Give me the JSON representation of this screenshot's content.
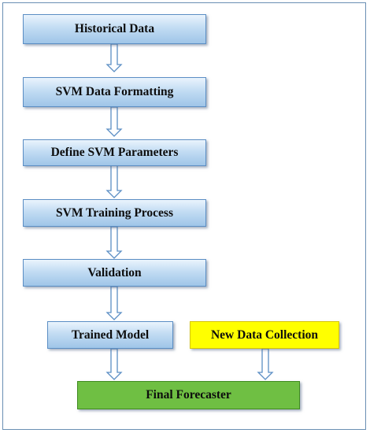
{
  "diagram": {
    "nodes": {
      "historical_data": "Historical Data",
      "svm_data_formatting": "SVM Data Formatting",
      "define_svm_parameters": "Define SVM Parameters",
      "svm_training_process": "SVM Training Process",
      "validation": "Validation",
      "trained_model": "Trained Model",
      "new_data_collection": "New Data Collection",
      "final_forecaster": "Final Forecaster"
    },
    "edges": [
      [
        "Historical Data",
        "SVM Data Formatting"
      ],
      [
        "SVM Data Formatting",
        "Define SVM Parameters"
      ],
      [
        "Define SVM Parameters",
        "SVM Training Process"
      ],
      [
        "SVM Training Process",
        "Validation"
      ],
      [
        "Validation",
        "Trained Model"
      ],
      [
        "Trained Model",
        "Final Forecaster"
      ],
      [
        "New Data Collection",
        "Final Forecaster"
      ]
    ],
    "colors": {
      "process_box": "#9fc5e8",
      "new_data_box": "#ffff00",
      "final_box": "#6fbf43",
      "arrow": "#5b8ec4",
      "frame": "#6a8fb3"
    }
  }
}
